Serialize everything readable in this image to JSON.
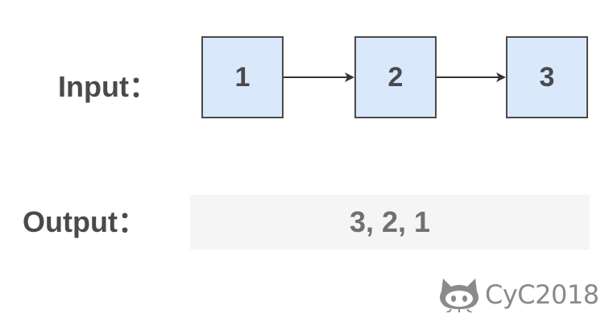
{
  "input_label": "Input：",
  "output_label": "Output：",
  "linked_list": {
    "nodes": [
      "1",
      "2",
      "3"
    ],
    "edges": [
      {
        "from": "1",
        "to": "2"
      },
      {
        "from": "2",
        "to": "3"
      }
    ]
  },
  "output_value": "3, 2, 1",
  "watermark": {
    "icon": "octocat-icon",
    "text": "CyC2018"
  },
  "colors": {
    "node_fill": "#dae8fc",
    "stroke": "#4a4a4a",
    "output_fill": "#f5f5f5",
    "watermark": "#8a8a8a"
  }
}
